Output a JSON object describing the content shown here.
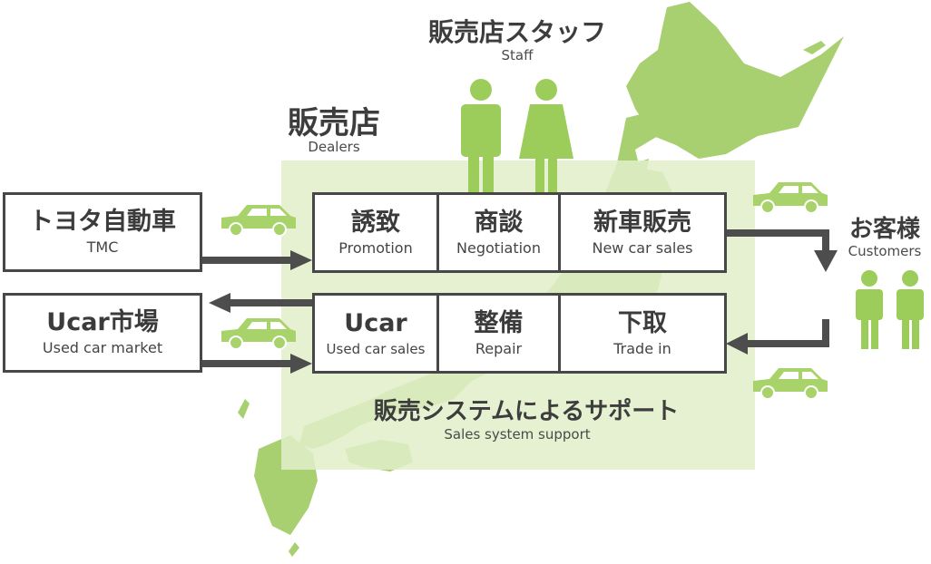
{
  "colors": {
    "map_green": "#a8cf70",
    "panel_green": "#e2efc9",
    "figure_green": "#9ccd5a",
    "arrow": "#4d4d4d",
    "border": "#474747"
  },
  "staff": {
    "title": "販売店スタッフ",
    "subtitle": "Staff"
  },
  "dealers": {
    "title": "販売店",
    "subtitle": "Dealers"
  },
  "customers": {
    "title": "お客様",
    "subtitle": "Customers"
  },
  "support": {
    "title": "販売システムによるサポート",
    "subtitle": "Sales system support"
  },
  "tmc": {
    "title": "トヨタ自動車",
    "subtitle": "TMC"
  },
  "ucar_market": {
    "title": "Ucar市場",
    "subtitle": "Used car market"
  },
  "top_row": [
    {
      "ja": "誘致",
      "en": "Promotion"
    },
    {
      "ja": "商談",
      "en": "Negotiation"
    },
    {
      "ja": "新車販売",
      "en": "New car sales"
    }
  ],
  "bottom_row": [
    {
      "ja": "Ucar",
      "en": "Used car sales"
    },
    {
      "ja": "整備",
      "en": "Repair"
    },
    {
      "ja": "下取",
      "en": "Trade in"
    }
  ],
  "icons": [
    "japan-map",
    "car-icon",
    "person-icon",
    "arrow-icon"
  ]
}
